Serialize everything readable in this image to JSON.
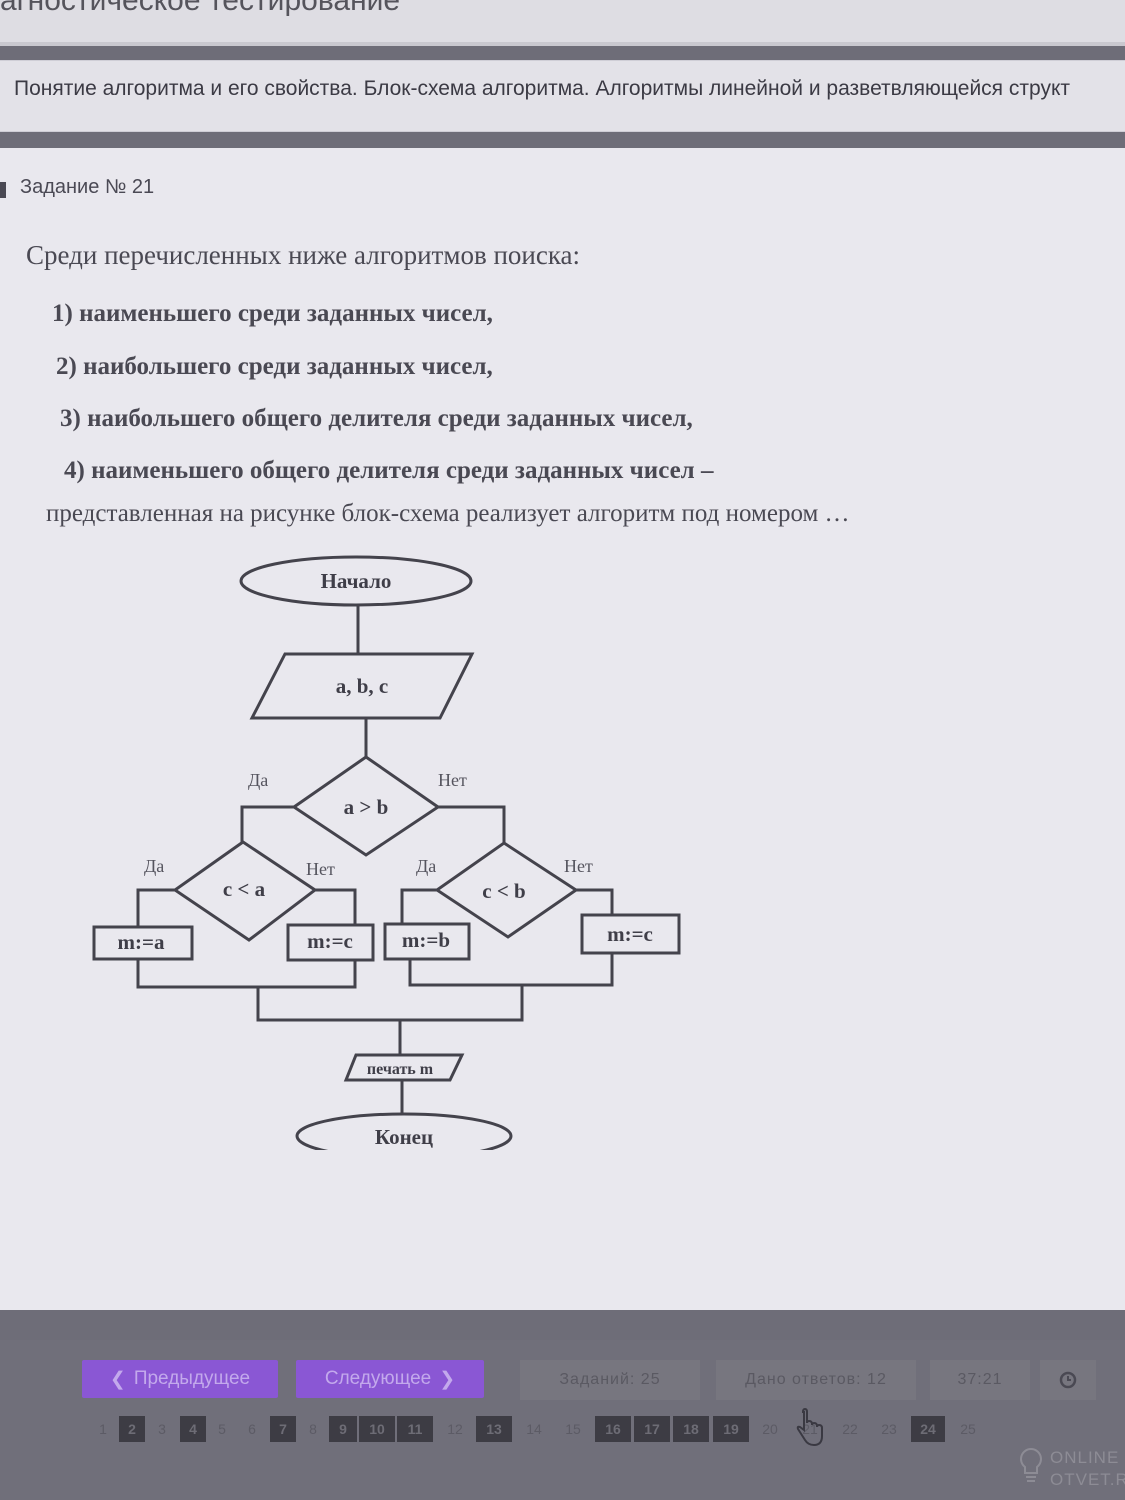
{
  "top_strip": {
    "text": "агностическое тестирование"
  },
  "header": {
    "title": "Понятие алгоритма и его свойства. Блок-схема алгоритма. Алгоритмы линейной и разветвляющейся структ"
  },
  "task": {
    "title": "Задание № 21",
    "intro": "Среди перечисленных ниже алгоритмов поиска:",
    "options": [
      "1) наименьшего среди заданных чисел,",
      "2) наибольшего среди заданных чисел,",
      "3) наибольшего общего делителя среди заданных чисел,",
      "4) наименьшего общего делителя среди заданных чисел –"
    ],
    "outro": "представленная на рисунке блок-схема реализует алгоритм под номером …"
  },
  "flowchart": {
    "start": "Начало",
    "input": "a, b, c",
    "cond_main": "a > b",
    "cond_left": "c < a",
    "cond_right": "c < b",
    "yes": "Да",
    "no": "Нет",
    "assign_a": "m:=a",
    "assign_c": "m:=c",
    "assign_b": "m:=b",
    "print": "печать m",
    "end": "Конец"
  },
  "nav": {
    "prev_label": "Предыдущее",
    "next_label": "Следующее",
    "tasks_label": "Заданий: 25",
    "answers_label": "Дано ответов: 12",
    "timer": "37:21",
    "pages": [
      "1",
      "2",
      "3",
      "4",
      "5",
      "6",
      "7",
      "8",
      "9",
      "10",
      "11",
      "12",
      "13",
      "14",
      "15",
      "16",
      "17",
      "18",
      "19",
      "20",
      "21",
      "22",
      "23",
      "24",
      "25"
    ],
    "answered": [
      "2",
      "4",
      "7",
      "9",
      "10",
      "11",
      "13",
      "16",
      "17",
      "18",
      "19",
      "24"
    ]
  },
  "watermark": {
    "line1": "ONLINE",
    "line2": "OTVET.RU"
  },
  "colors": {
    "accent": "#8a57d4",
    "page_bg": "#e9e8ee",
    "answered_bg": "#3d3c44"
  },
  "icons": {
    "prev": "chevron-left-icon",
    "next": "chevron-right-icon",
    "timer": "clock-icon",
    "cursor": "hand-cursor-icon",
    "watermark": "lightbulb-icon"
  }
}
